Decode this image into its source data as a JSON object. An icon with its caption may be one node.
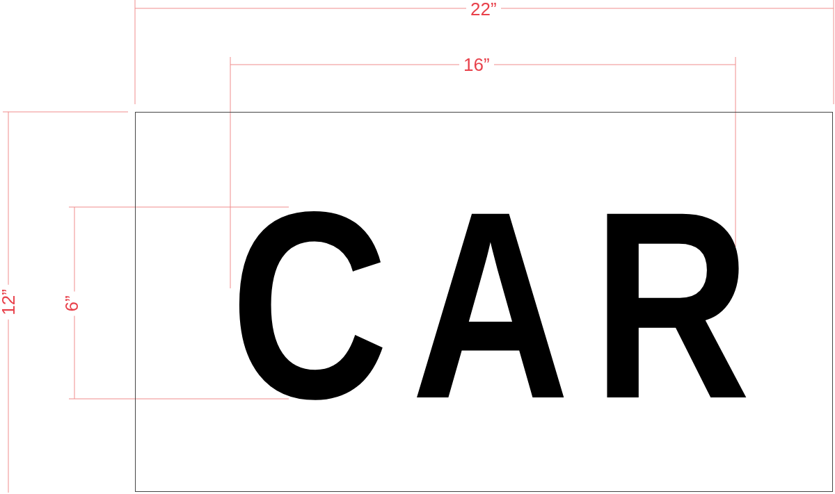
{
  "diagram": {
    "nodes": [
      {
        "text": [
          "CAR"
        ]
      }
    ],
    "labels": [
      "22”",
      "16”",
      "12”",
      "6”"
    ]
  }
}
